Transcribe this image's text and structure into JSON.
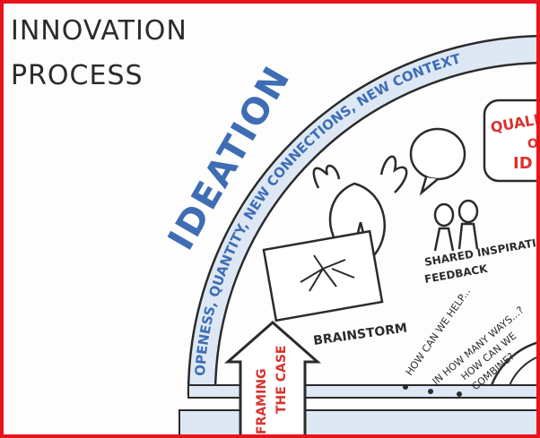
{
  "title": {
    "line1": "INNOVATION",
    "line2": "PROCESS"
  },
  "section": {
    "heading": "IDEATION",
    "arc_top": "OPENESS, QUANTITY, NEW CONNECTIONS, NEW CONTEXT"
  },
  "items": {
    "quality_box_line1": "QUALI",
    "quality_box_line2": "O",
    "quality_box_line3": "ID",
    "brainstorm": "BRAINSTORM",
    "shared_line1": "SHARED INSPIRATIO",
    "shared_line2": "FEEDBACK",
    "framing_line1": "FRAMING",
    "framing_line2": "THE CASE",
    "question_1": "HOW CAN WE HELP...",
    "question_2": "IN HOW MANY WAYS...?",
    "question_3_line1": "HOW CAN WE",
    "question_3_line2": "COMBINE?"
  },
  "colors": {
    "frame": "#e8141c",
    "ink": "#2b2b2b",
    "blue": "#3e6db4",
    "red": "#d9322d",
    "band_fill": "#dde8f4"
  }
}
